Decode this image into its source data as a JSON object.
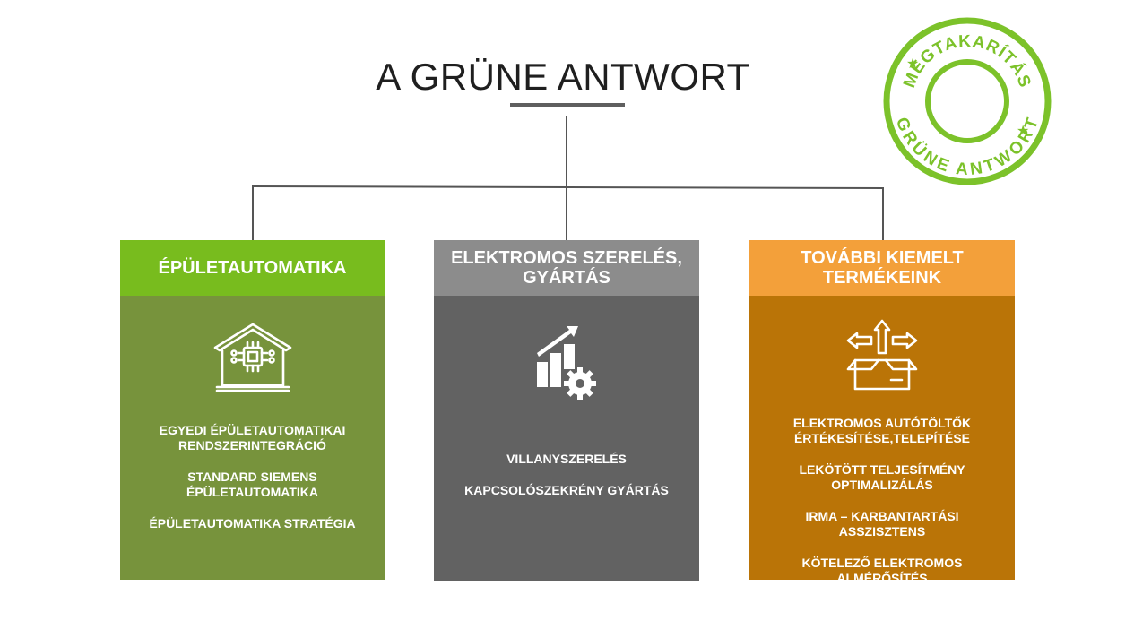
{
  "title": "A GRÜNE ANTWORT",
  "stamp": {
    "top_text": "MEGTAKARÍTÁS",
    "bottom_text": "GRÜNE ANTWORT",
    "color": "#7cc22a"
  },
  "cards": [
    {
      "header": "ÉPÜLETAUTOMATIKA",
      "icon": "smart-house-chip-icon",
      "header_color": "#78bc1e",
      "body_color": "#77933c",
      "items": [
        "EGYEDI ÉPÜLETAUTOMATIKAI RENDSZERINTEGRÁCIÓ",
        "STANDARD SIEMENS ÉPÜLETAUTOMATIKA",
        "ÉPÜLETAUTOMATIKA STRATÉGIA"
      ]
    },
    {
      "header": "ELEKTROMOS SZERELÉS, GYÁRTÁS",
      "icon": "growth-chart-gear-icon",
      "header_color": "#8c8c8c",
      "body_color": "#626262",
      "items": [
        "VILLANYSZERELÉS",
        "KAPCSOLÓSZEKRÉNY GYÁRTÁS"
      ]
    },
    {
      "header": "TOVÁBBI KIEMELT TERMÉKEINK",
      "icon": "box-arrows-icon",
      "header_color": "#f3a03a",
      "body_color": "#ba7407",
      "items": [
        "ELEKTROMOS AUTÓTÖLTŐK ÉRTÉKESÍTÉSE,TELEPÍTÉSE",
        "LEKÖTÖTT TELJESÍTMÉNY OPTIMALIZÁLÁS",
        "IRMA – KARBANTARTÁSI ASSZISZTENS",
        "KÖTELEZŐ ELEKTROMOS ALMÉRŐSÍTÉS"
      ]
    }
  ]
}
